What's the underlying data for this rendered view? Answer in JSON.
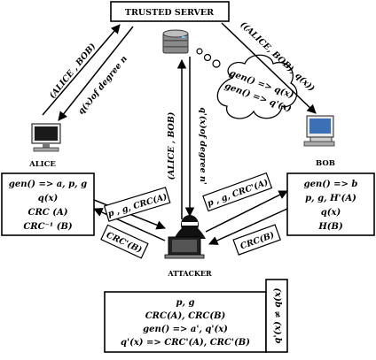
{
  "server": {
    "title": "TRUSTED SERVER"
  },
  "nodes": {
    "alice": "ALICE",
    "bob": "BOB",
    "attacker": "ATTACKER"
  },
  "edges": {
    "alice_to_server": "(ALICE , BOB)",
    "server_to_alice": "q(x)of degree n",
    "server_to_bob": "((ALICE, BOB), q(x))",
    "attacker_to_server": "(ALICE , BOB)",
    "server_to_attacker": "q'(x)of degree n'",
    "alice_to_attacker": "p , g, CRC(A)",
    "attacker_to_alice": "CRC'(B)",
    "attacker_to_bob": "p , g, CRC'(A)",
    "bob_to_attacker": "CRC(B)"
  },
  "thought": {
    "line1": "gen() => q(x)",
    "line2": "gen() => q'(x)"
  },
  "alice_box": [
    "gen() => a, p, g",
    "q(x)",
    "CRC (A)",
    "CRC⁻¹ (B)"
  ],
  "bob_box": [
    "gen() => b",
    "p, g, H'(A)",
    "q(x)",
    "H(B)"
  ],
  "attacker_box": [
    "p, g",
    "CRC(A), CRC(B)",
    "gen() => a', q'(x)",
    "q'(x) =>  CRC'(A), CRC'(B)"
  ],
  "inequality": "q'(x) ≠ q(x)"
}
